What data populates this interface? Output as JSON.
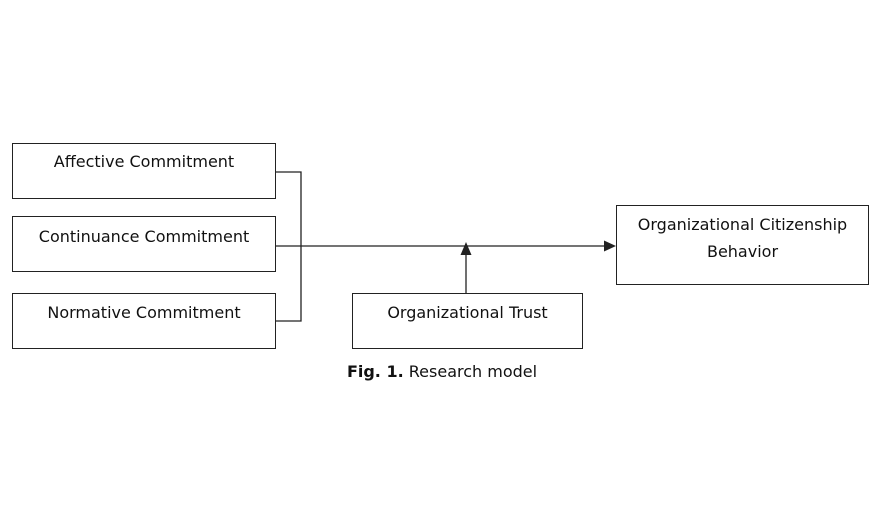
{
  "diagram": {
    "boxes": {
      "affective": "Affective Commitment",
      "continuance": "Continuance Commitment",
      "normative": "Normative Commitment",
      "trust": "Organizational Trust",
      "ocb_line1": "Organizational Citizenship",
      "ocb_line2": "Behavior"
    },
    "line_color": "#222222"
  },
  "caption": {
    "label": "Fig. 1.",
    "text": "Research model"
  }
}
